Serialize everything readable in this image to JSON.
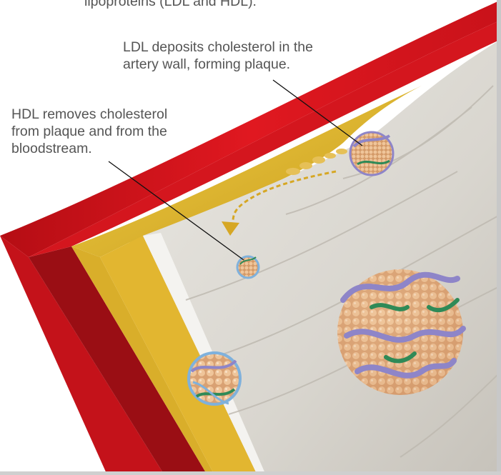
{
  "captions": {
    "top": "lipoproteins (LDL and HDL).",
    "ldl": "LDL deposits cholesterol in the\nartery wall, forming plaque.",
    "hdl": "HDL removes cholesterol\nfrom plaque and from the\nbloodstream."
  },
  "colors": {
    "artery_outer": "#d1121a",
    "artery_outer_dark": "#8e0d12",
    "fat_layer": "#e3bd2c",
    "fat_layer_dark": "#c79a1e",
    "wall": "#dcd9d3",
    "wall_shade": "#c9c5be",
    "lipoprotein_core": "#e4b07d",
    "protein_purple": "#8e85c8",
    "protein_green": "#2f8a57",
    "protein_blue": "#7fb1dc"
  }
}
